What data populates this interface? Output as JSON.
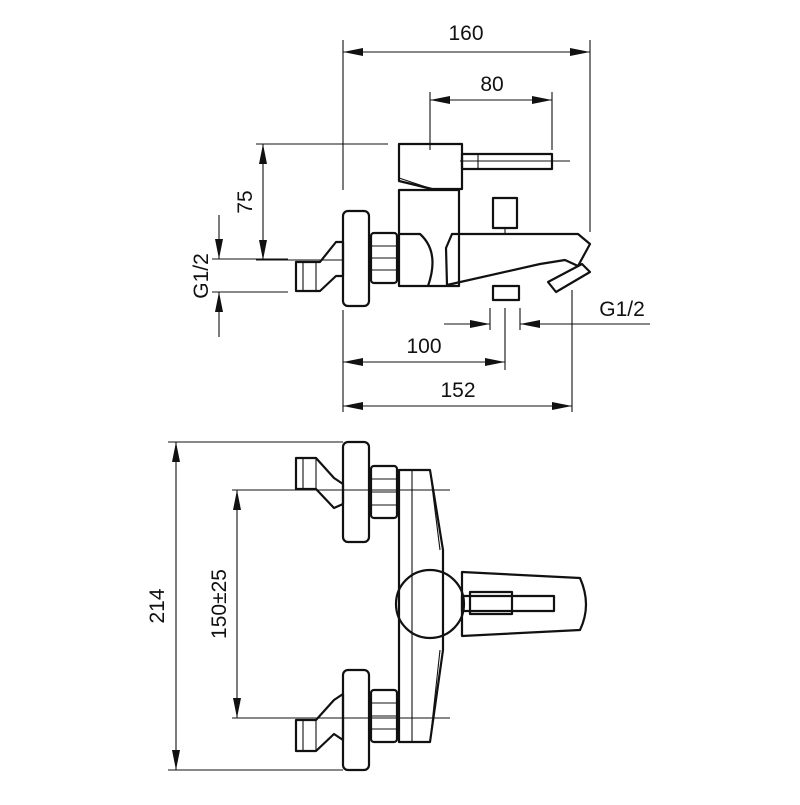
{
  "dimensions": {
    "top_width": "160",
    "lever_length": "80",
    "height_75": "75",
    "inlet_thread_left": "G1/2",
    "outlet_thread_right": "G1/2",
    "spout_100": "100",
    "depth_152": "152",
    "total_214": "214",
    "centres": "150±25"
  }
}
